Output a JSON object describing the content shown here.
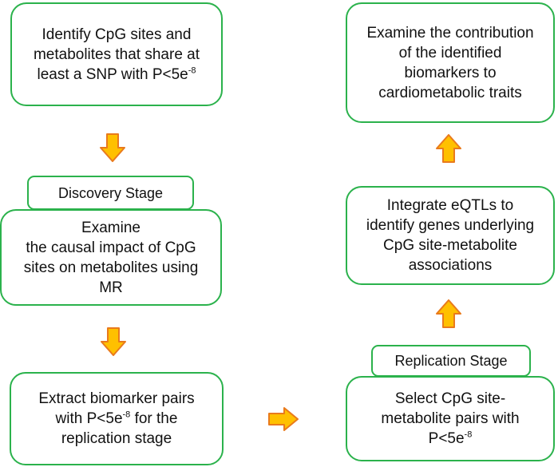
{
  "boxes": {
    "identify": {
      "lines": [
        "Identify CpG sites and",
        "metabolites that share at",
        "least a SNP with "
      ],
      "p_base": "P<5e",
      "p_exp": "-8"
    },
    "examine_causal": {
      "lines": [
        "Examine",
        "the causal impact of CpG",
        "sites on metabolites using",
        "MR"
      ]
    },
    "extract": {
      "lines": [
        "Extract biomarker pairs",
        "with ",
        " for the",
        "replication stage"
      ],
      "p_base": "P<5e",
      "p_exp": "-8"
    },
    "select": {
      "lines": [
        "Select CpG site-",
        "metabolite pairs with"
      ],
      "p_base": "P<5e",
      "p_exp": "-8"
    },
    "integrate": {
      "lines": [
        "Integrate eQTLs to",
        "identify genes underlying",
        "CpG site-metabolite",
        "associations"
      ]
    },
    "examine_contribution": {
      "lines": [
        "Examine the contribution",
        "of the identified",
        "biomarkers to",
        "cardiometabolic traits"
      ]
    }
  },
  "stages": {
    "discovery": "Discovery Stage",
    "replication": "Replication Stage"
  },
  "colors": {
    "box_border": "#2bb24c",
    "arrow_fill": "#ffc000",
    "arrow_stroke": "#e97a1c"
  },
  "icons": {
    "arrow_down": "arrow-down-icon",
    "arrow_up": "arrow-up-icon",
    "arrow_right": "arrow-right-icon"
  }
}
